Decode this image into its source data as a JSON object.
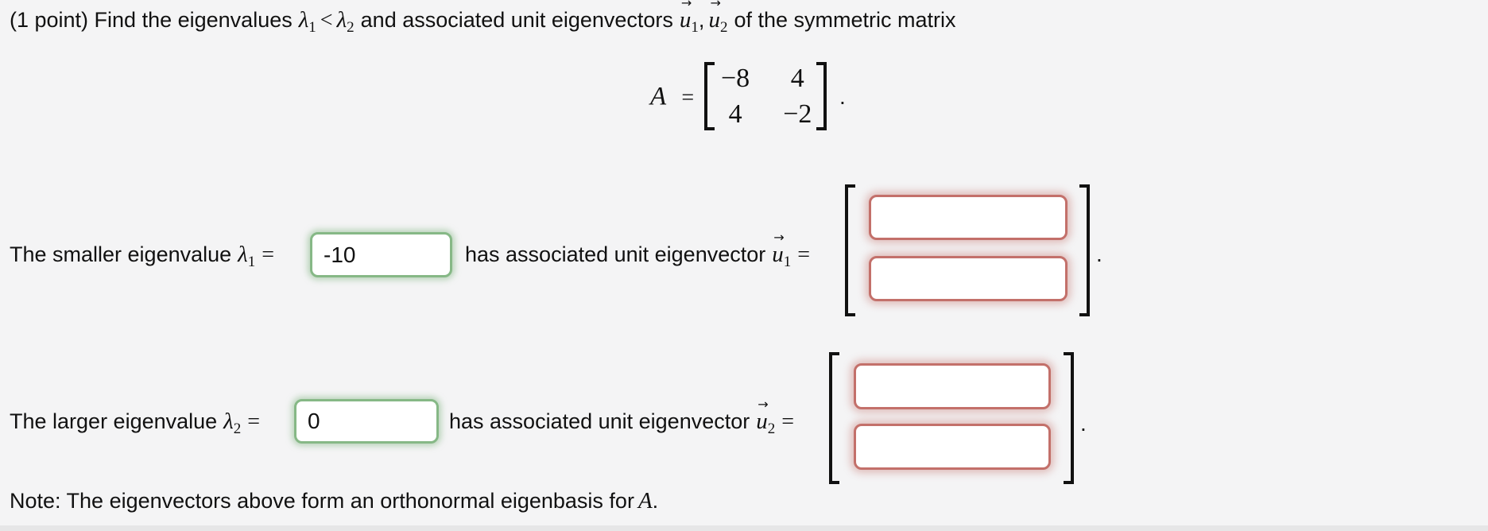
{
  "colors": {
    "background": "#f4f4f5",
    "footer_strip": "#e6e6e7",
    "text": "#111111",
    "correct_border": "#86b886",
    "incorrect_border": "#c3706a"
  },
  "header": {
    "prefix": "(1 point) Find the eigenvalues",
    "lambda": "λ",
    "lambda1_sub": "1",
    "less_than": "<",
    "lambda2_sub": "2",
    "mid": "and associated unit eigenvectors",
    "u": "u",
    "vector_arrow": "→",
    "u1_sub": "1",
    "comma": ",",
    "u2_sub": "2",
    "suffix": "of the symmetric matrix"
  },
  "matrix": {
    "name": "A",
    "equals": "=",
    "cells": [
      [
        "−8",
        "4"
      ],
      [
        "4",
        "−2"
      ]
    ],
    "period": "."
  },
  "eigenvalue1": {
    "label": "The smaller eigenvalue",
    "lambda": "λ",
    "sub": "1",
    "equals": "=",
    "value": "-10",
    "mid": "has associated unit eigenvector",
    "u": "u",
    "vector_arrow": "→",
    "u_sub": "1",
    "vec_equals": "=",
    "components": [
      "",
      ""
    ],
    "period": "."
  },
  "eigenvalue2": {
    "label": "The larger eigenvalue",
    "lambda": "λ",
    "sub": "2",
    "equals": "=",
    "value": "0",
    "mid": "has associated unit eigenvector",
    "u": "u",
    "vector_arrow": "→",
    "u_sub": "2",
    "vec_equals": "=",
    "components": [
      "",
      ""
    ],
    "period": "."
  },
  "note": {
    "prefix": "Note: The eigenvectors above form an orthonormal eigenbasis for",
    "matrix_name": "A",
    "period": "."
  }
}
